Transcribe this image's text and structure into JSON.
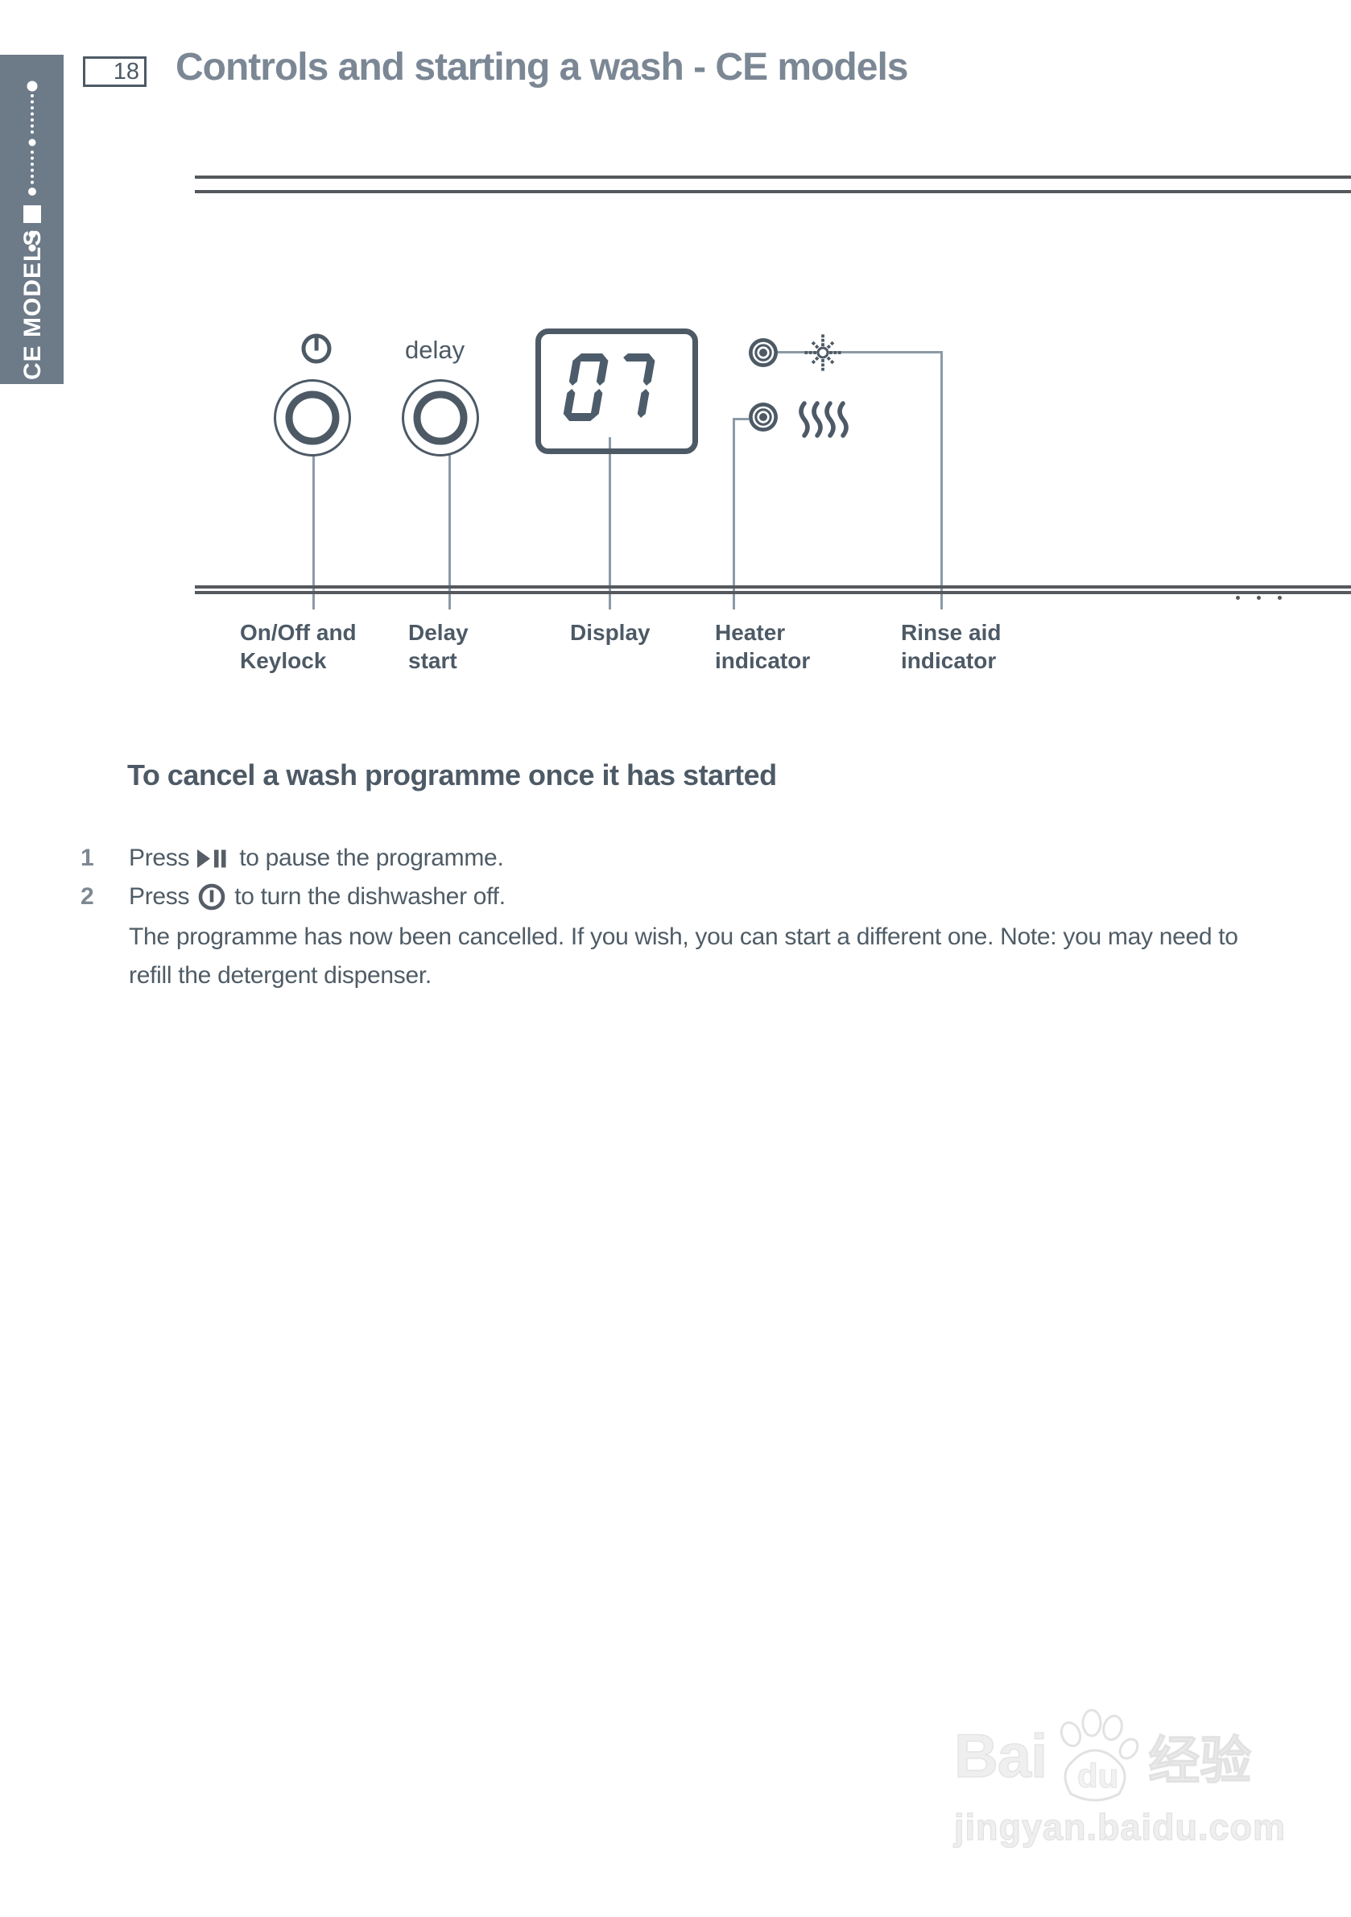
{
  "page": {
    "number": "18",
    "title": "Controls and starting a wash - CE models"
  },
  "sidebar": {
    "label": "CE MODELS"
  },
  "diagram": {
    "display_value": "07",
    "delay_button_label": "delay",
    "icons": [
      "power-icon",
      "seven-segment-display",
      "led-indicator-icon",
      "snowflake-icon",
      "heat-waves-icon"
    ],
    "labels": [
      {
        "l1": "On/Off and",
        "l2": "Keylock"
      },
      {
        "l1": "Delay",
        "l2": "start"
      },
      {
        "l1": "Display",
        "l2": ""
      },
      {
        "l1": "Heater",
        "l2": "indicator"
      },
      {
        "l1": "Rinse aid",
        "l2": "indicator"
      }
    ]
  },
  "section": {
    "heading": "To cancel a wash programme once it has started",
    "steps": [
      {
        "num": "1",
        "pre": "Press",
        "icon": "play-pause-icon",
        "post": "to pause the programme."
      },
      {
        "num": "2",
        "pre": "Press",
        "icon": "power-icon",
        "post": "to turn the dishwasher off."
      }
    ],
    "paragraph": "The programme has now been cancelled. If you wish, you can start a different one. Note: you may need to refill the detergent dispenser."
  },
  "watermark": {
    "brand": "Bai",
    "brand_suffix": "du",
    "brand_cn": "经验",
    "url": "jingyan.baidu.com"
  },
  "colors": {
    "ink": "#4d5a66",
    "title_gray": "#7b8794",
    "sidebar_gray": "#6d7a88",
    "leader_line": "#8b9aa6",
    "rule_gray": "#55595d",
    "watermark_gray": "#e2e2e2"
  }
}
